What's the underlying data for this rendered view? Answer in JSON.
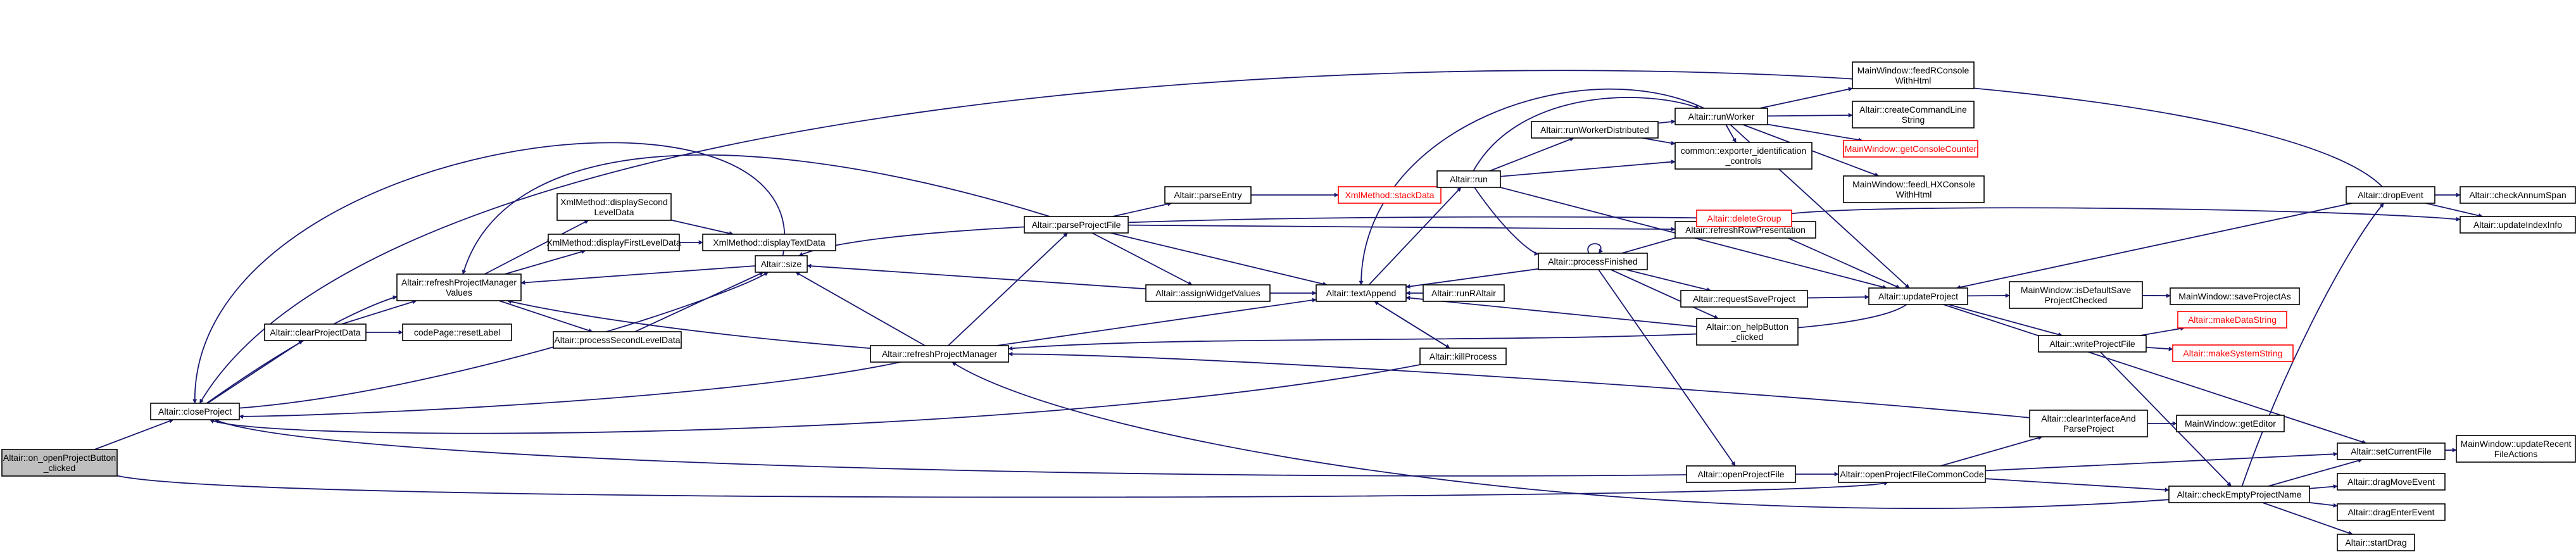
{
  "colors": {
    "edge": "#191970",
    "node_border": "#000000",
    "error_border": "#ff0000",
    "start_fill": "#bfbfbf",
    "background": "#ffffff"
  },
  "nodes": {
    "on_open": [
      "Altair::on_openProjectButton",
      "_clicked"
    ],
    "closeProject": [
      "Altair::closeProject"
    ],
    "clearProjectData": [
      "Altair::clearProjectData"
    ],
    "refreshPMV": [
      "Altair::refreshProjectManager",
      "Values"
    ],
    "resetLabel": [
      "codePage::resetLabel"
    ],
    "displaySecond": [
      "XmlMethod::displaySecond",
      "LevelData"
    ],
    "displayFirst": [
      "XmlMethod::displayFirstLevelData"
    ],
    "displayText": [
      "XmlMethod::displayTextData"
    ],
    "processSecond": [
      "Altair::processSecondLevelData"
    ],
    "size": [
      "Altair::size"
    ],
    "parseProjectFile": [
      "Altair::parseProjectFile"
    ],
    "parseEntry": [
      "Altair::parseEntry"
    ],
    "stackData": [
      "XmlMethod::stackData"
    ],
    "assignWidget": [
      "Altair::assignWidgetValues"
    ],
    "refreshPM": [
      "Altair::refreshProjectManager"
    ],
    "textAppend": [
      "Altair::textAppend"
    ],
    "runRAltair": [
      "Altair::runRAltair"
    ],
    "killProcess": [
      "Altair::killProcess"
    ],
    "run": [
      "Altair::run"
    ],
    "runWorkerDist": [
      "Altair::runWorkerDistributed"
    ],
    "runWorker": [
      "Altair::runWorker"
    ],
    "exporter": [
      "common::exporter_identification",
      "_controls"
    ],
    "refreshRow": [
      "Altair::refreshRowPresentation"
    ],
    "deleteGroup": [
      "Altair::deleteGroup"
    ],
    "processFinished": [
      "Altair::processFinished"
    ],
    "requestSave": [
      "Altair::requestSaveProject"
    ],
    "helpButton": [
      "Altair::on_helpButton",
      "_clicked"
    ],
    "feedRConsole": [
      "MainWindow::feedRConsole",
      "WithHtml"
    ],
    "createCmd": [
      "Altair::createCommandLine",
      "String"
    ],
    "getConsoleCounter": [
      "MainWindow::getConsoleCounter"
    ],
    "feedLHX": [
      "MainWindow::feedLHXConsole",
      "WithHtml"
    ],
    "updateProject": [
      "Altair::updateProject"
    ],
    "isDefaultSave": [
      "MainWindow::isDefaultSave",
      "ProjectChecked"
    ],
    "saveProjectAs": [
      "MainWindow::saveProjectAs"
    ],
    "writeProjectFile": [
      "Altair::writeProjectFile"
    ],
    "makeDataString": [
      "Altair::makeDataString"
    ],
    "makeSystemString": [
      "Altair::makeSystemString"
    ],
    "clearInterface": [
      "Altair::clearInterfaceAnd",
      "ParseProject"
    ],
    "getEditor": [
      "MainWindow::getEditor"
    ],
    "openProjectFile": [
      "Altair::openProjectFile"
    ],
    "openCommon": [
      "Altair::openProjectFileCommonCode"
    ],
    "checkEmpty": [
      "Altair::checkEmptyProjectName"
    ],
    "dropEvent": [
      "Altair::dropEvent"
    ],
    "checkAnnum": [
      "Altair::checkAnnumSpan"
    ],
    "updateIndex": [
      "Altair::updateIndexInfo"
    ],
    "setCurrentFile": [
      "Altair::setCurrentFile"
    ],
    "updateRecent": [
      "MainWindow::updateRecent",
      "FileActions"
    ],
    "dragMove": [
      "Altair::dragMoveEvent"
    ],
    "dragEnter": [
      "Altair::dragEnterEvent"
    ],
    "startDrag": [
      "Altair::startDrag"
    ]
  }
}
